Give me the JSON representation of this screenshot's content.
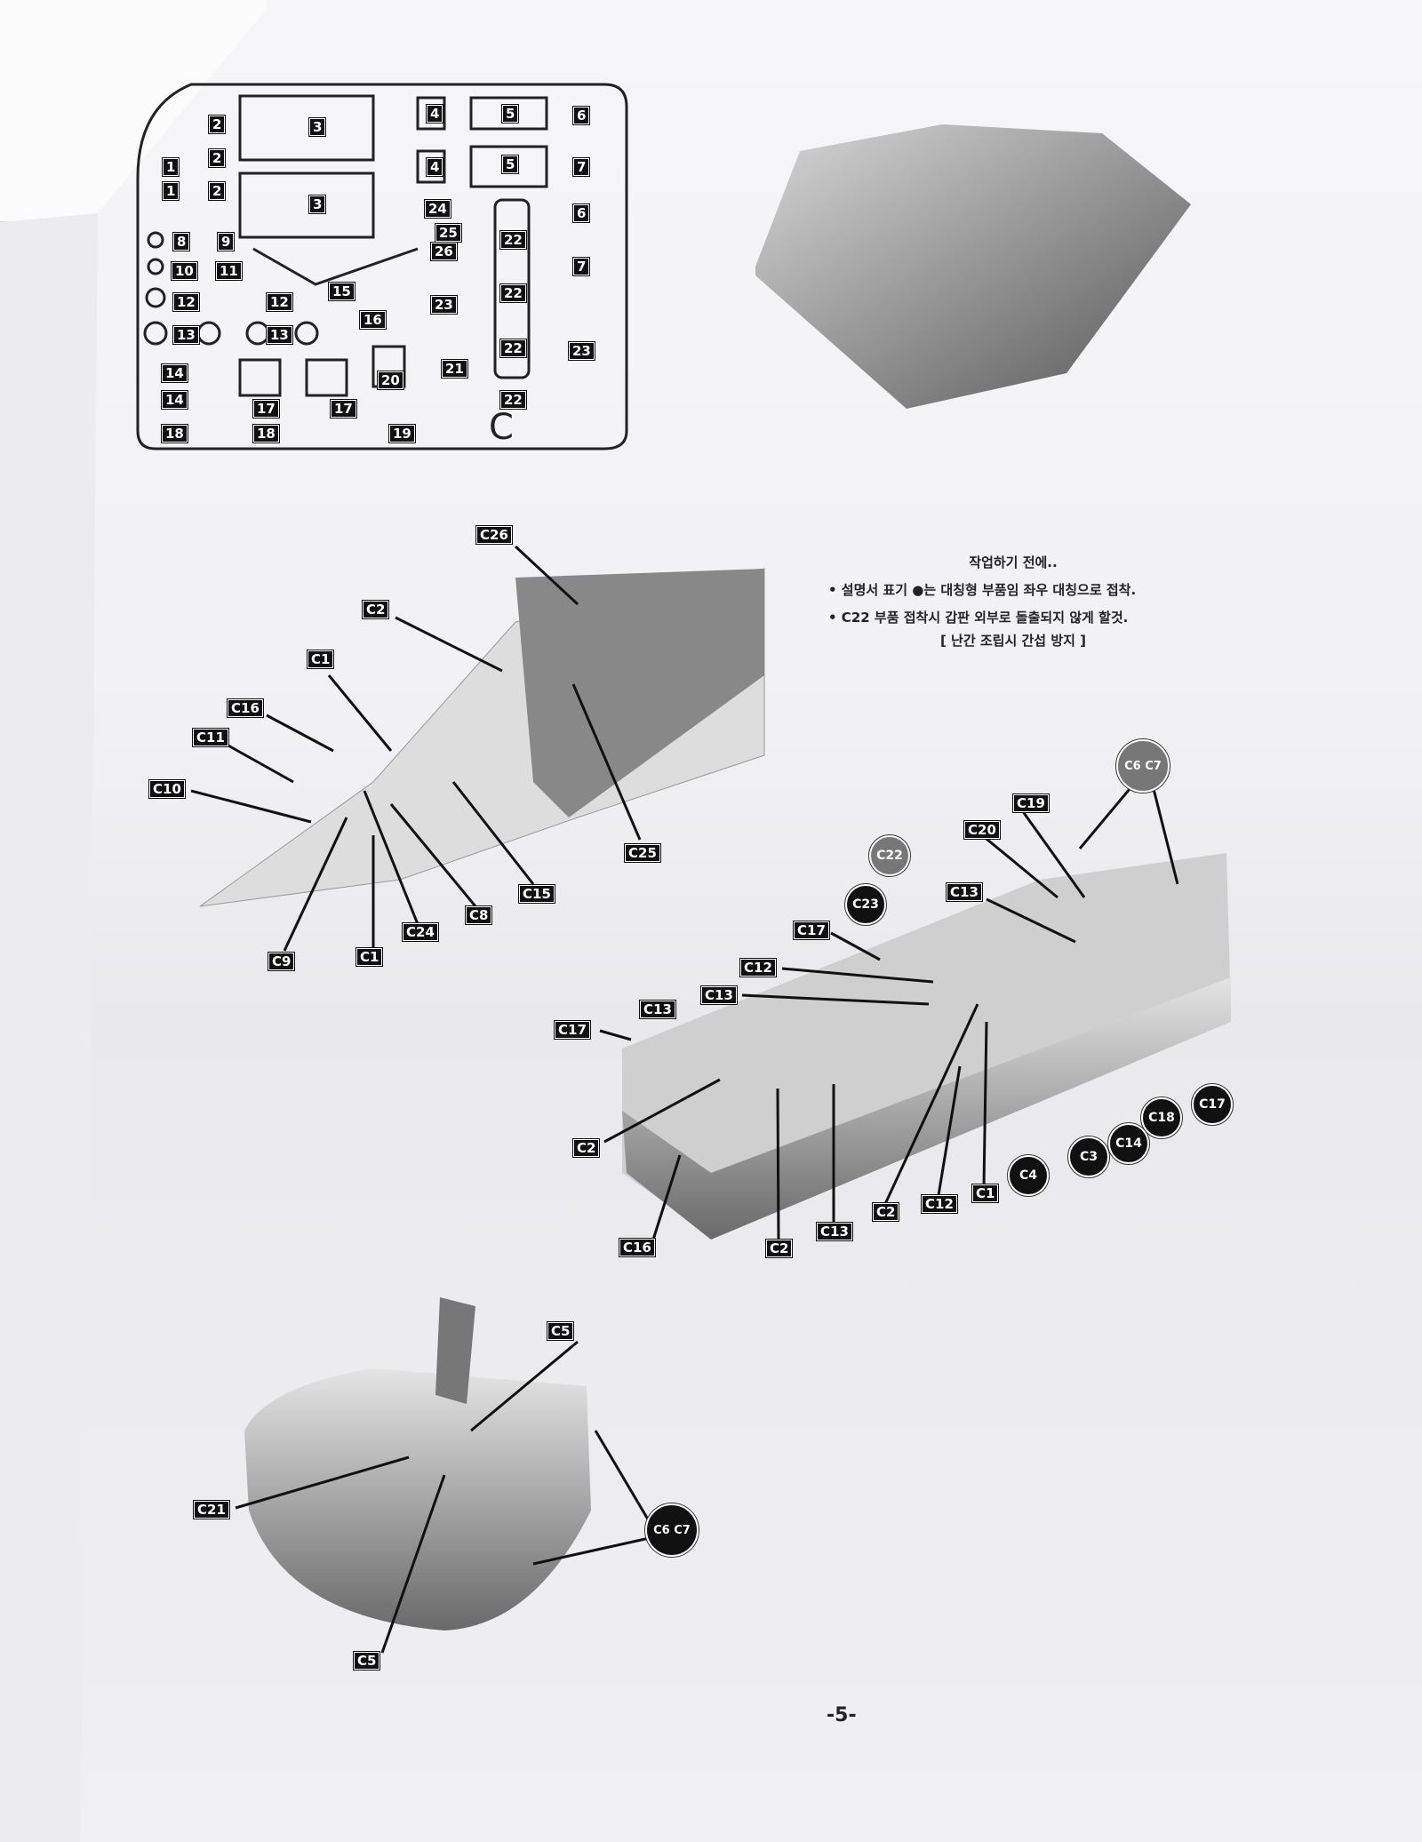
{
  "notes": {
    "title": "작업하기 전에..",
    "items": [
      "• 설명서 표기 ●는 대칭형 부품임 좌우 대칭으로 접착.",
      "• C22 부품 접착시 갑판 외부로 돌출되지 않게 할것."
    ],
    "sub": "[ 난간 조립시 간섭 방지 ]"
  },
  "sprue": {
    "letter": "C",
    "parts": [
      "1",
      "1",
      "2",
      "2",
      "2",
      "3",
      "3",
      "4",
      "4",
      "5",
      "5",
      "6",
      "6",
      "7",
      "7",
      "8",
      "9",
      "10",
      "11",
      "12",
      "12",
      "13",
      "13",
      "14",
      "14",
      "15",
      "16",
      "17",
      "17",
      "18",
      "18",
      "19",
      "20",
      "21",
      "22",
      "22",
      "22",
      "22",
      "23",
      "23",
      "24",
      "25",
      "26"
    ]
  },
  "step1": [
    "C26",
    "C2",
    "C1",
    "C16",
    "C11",
    "C10",
    "C15",
    "C25",
    "C8",
    "C24",
    "C1",
    "C9"
  ],
  "step2": {
    "labels": [
      "C19",
      "C20",
      "C13",
      "C17",
      "C12",
      "C13",
      "C13",
      "C17",
      "C2",
      "C16",
      "C2",
      "C13",
      "C2",
      "C12",
      "C1"
    ],
    "circles": [
      "C6 C7",
      "C22",
      "C23",
      "C4",
      "C3",
      "C14",
      "C18",
      "C17"
    ]
  },
  "step3": {
    "labels": [
      "C5",
      "C21",
      "C5"
    ],
    "circles": [
      "C6 C7"
    ]
  },
  "page_number": "-5-"
}
